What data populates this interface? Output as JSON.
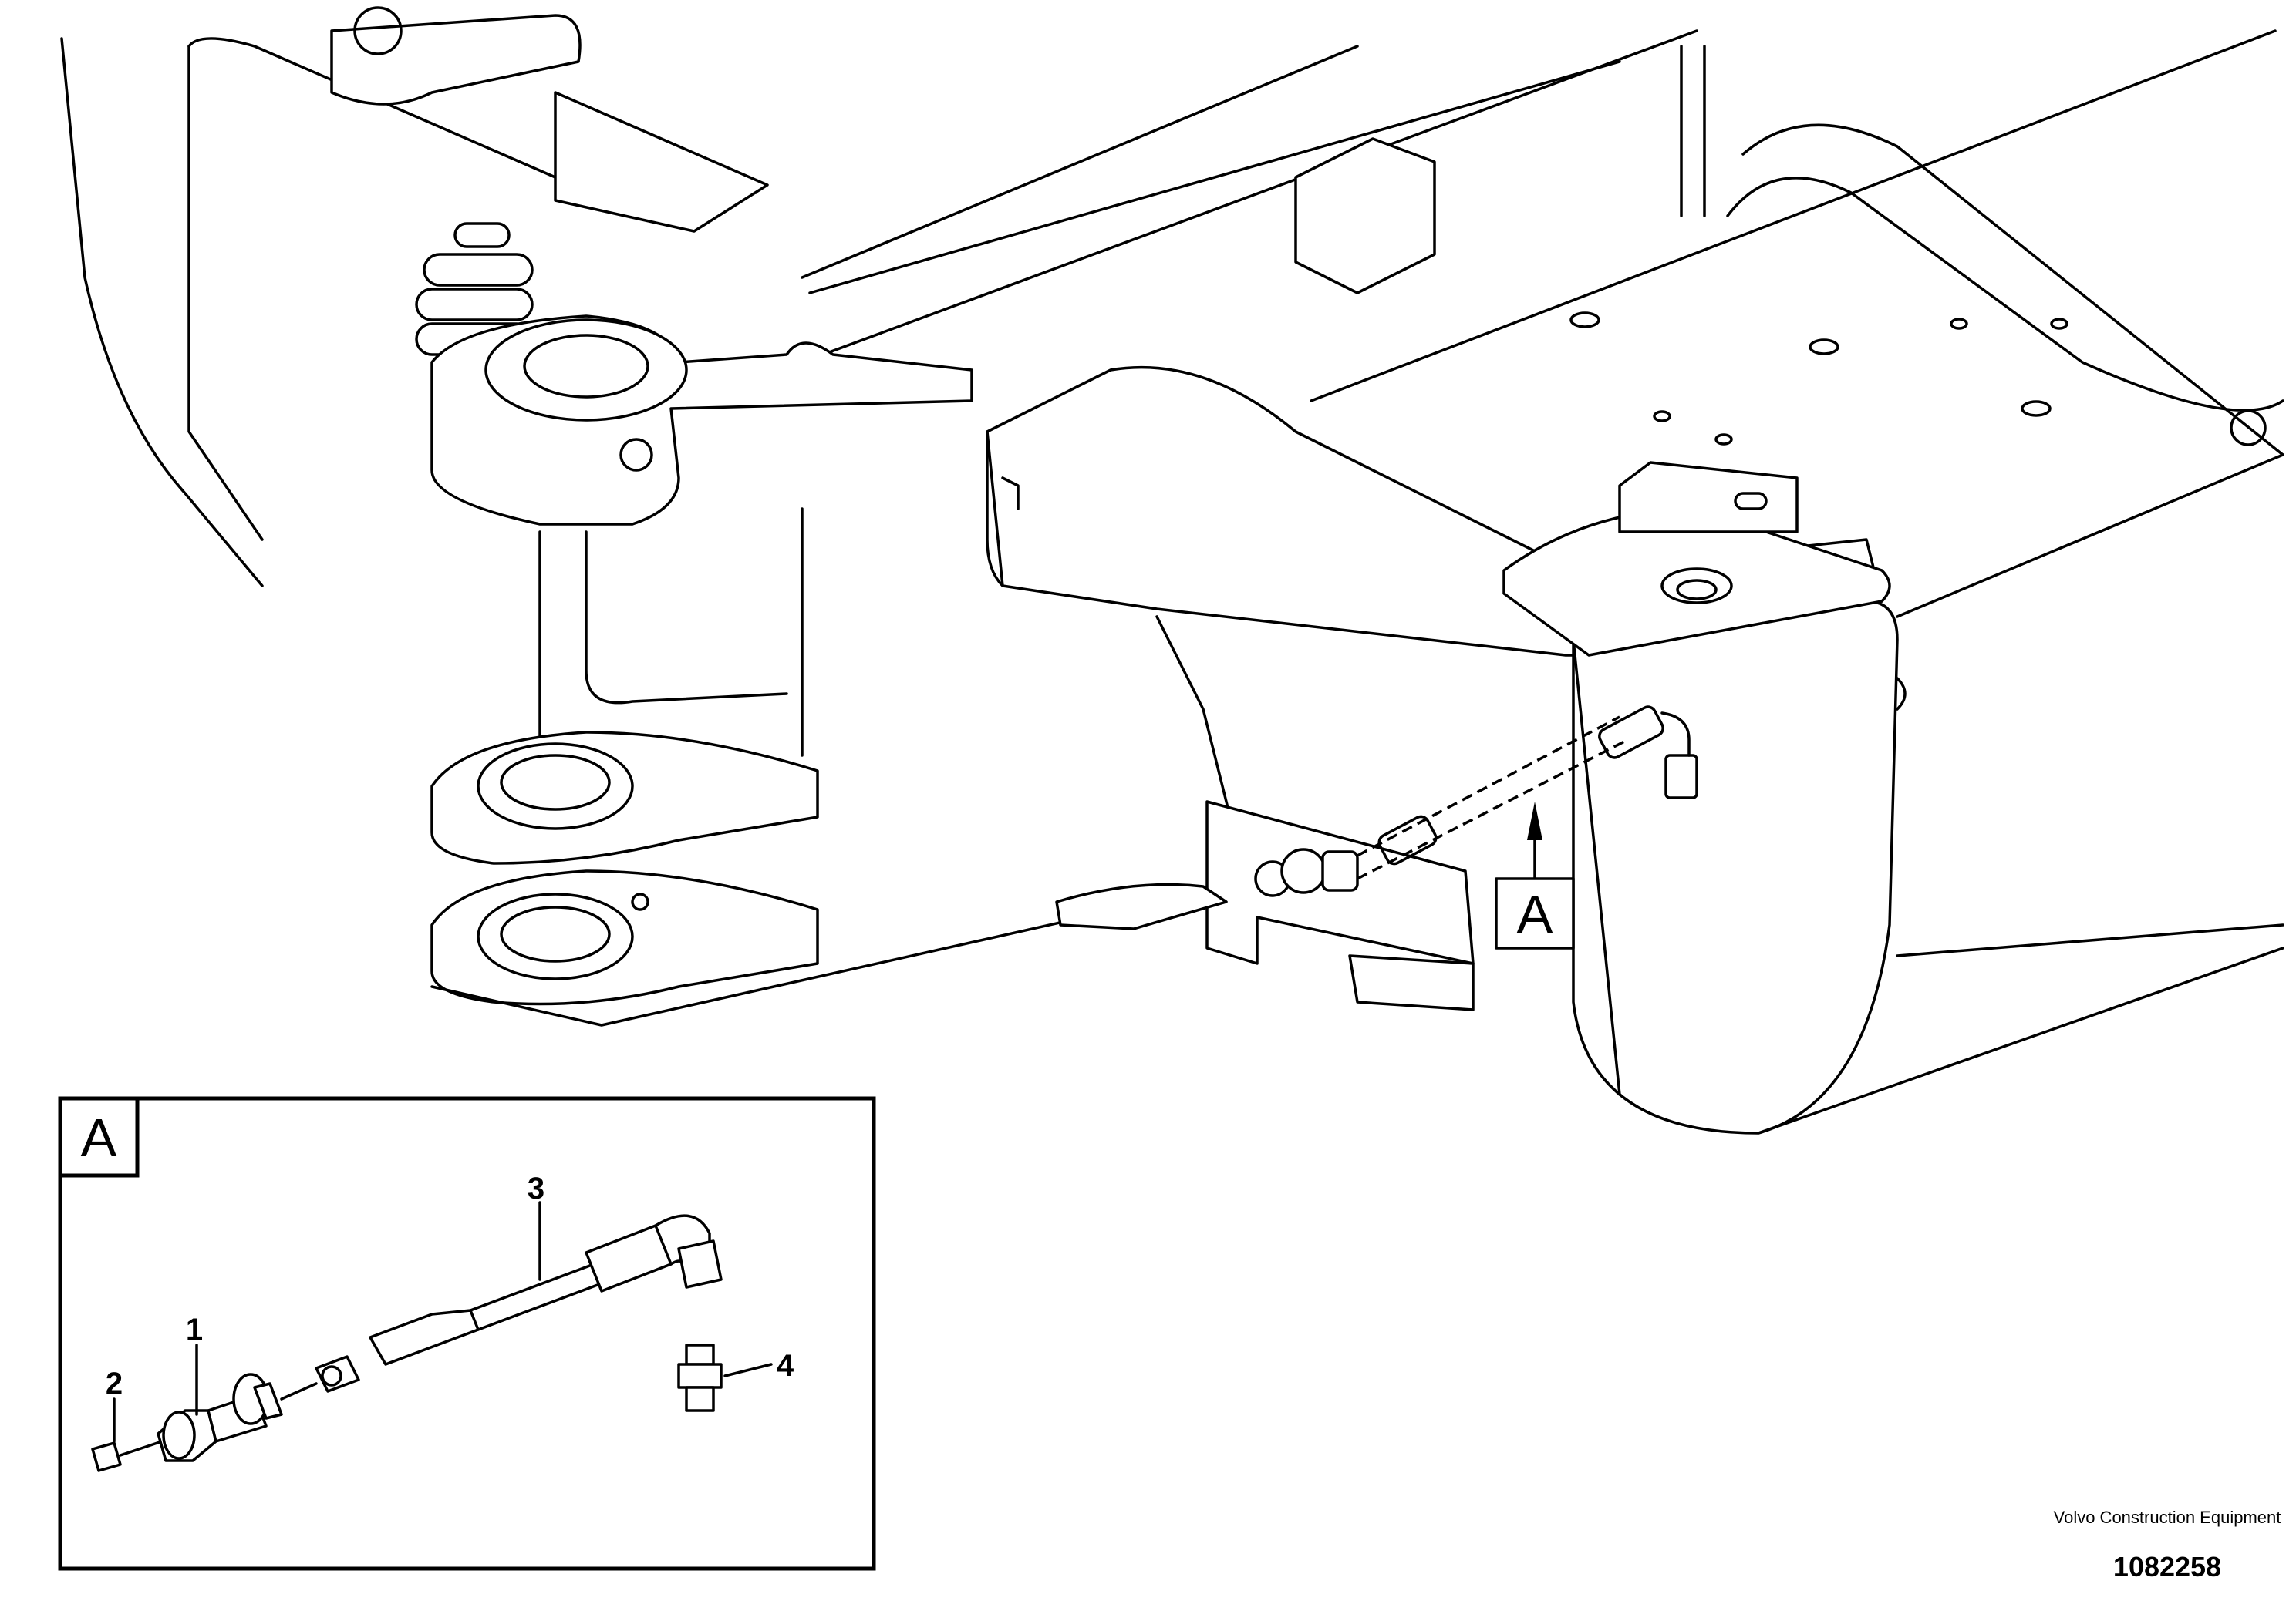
{
  "detail_marker": "A",
  "detail_box_label": "A",
  "callouts": [
    {
      "label": "1",
      "part": "fitting"
    },
    {
      "label": "2",
      "part": "grease nipple"
    },
    {
      "label": "3",
      "part": "hose"
    },
    {
      "label": "4",
      "part": "nipple"
    }
  ],
  "publisher": "Volvo Construction Equipment",
  "document_number": "1082258"
}
